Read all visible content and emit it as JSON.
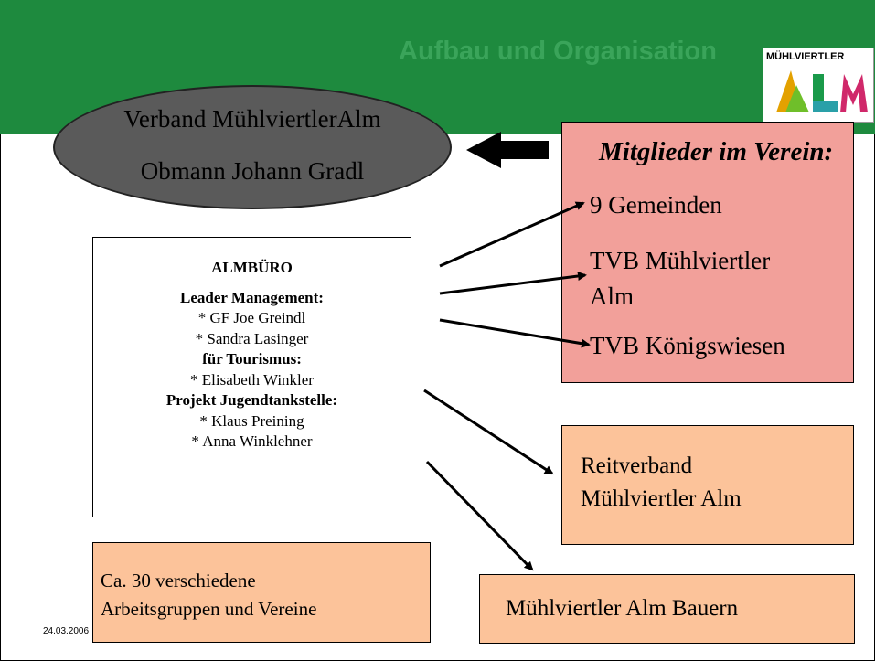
{
  "header": {
    "title": "Aufbau und Organisation",
    "logo_text": "MÜHLVIERTLER",
    "logo_letters": "ALM"
  },
  "verband": {
    "line1": "Verband MühlviertlerAlm",
    "line2": "Obmann Johann Gradl"
  },
  "members": {
    "title": "Mitglieder im Verein:",
    "items": [
      "9 Gemeinden",
      "TVB Mühlviertler",
      "Alm",
      "TVB Königswiesen"
    ]
  },
  "almbuero": {
    "heading": "ALMBÜRO",
    "lines": [
      "Leader Management:",
      "* GF Joe Greindl",
      "* Sandra Lasinger",
      "für Tourismus:",
      "* Elisabeth Winkler",
      "Projekt Jugendtankstelle:",
      "* Klaus Preining",
      "* Anna Winklehner"
    ]
  },
  "reitverband": {
    "line1": "Reitverband",
    "line2": "Mühlviertler Alm"
  },
  "bauern": {
    "label": "Mühlviertler Alm Bauern"
  },
  "arbeitsgruppen": {
    "line1": "Ca. 30 verschiedene",
    "line2": "Arbeitsgruppen und Vereine"
  },
  "footer": {
    "date": "24.03.2006"
  },
  "colors": {
    "header_green": "#1e8a3e",
    "members_red": "#f2a09a",
    "orange": "#fcc39a",
    "oval_gray": "#5a5a5a"
  }
}
